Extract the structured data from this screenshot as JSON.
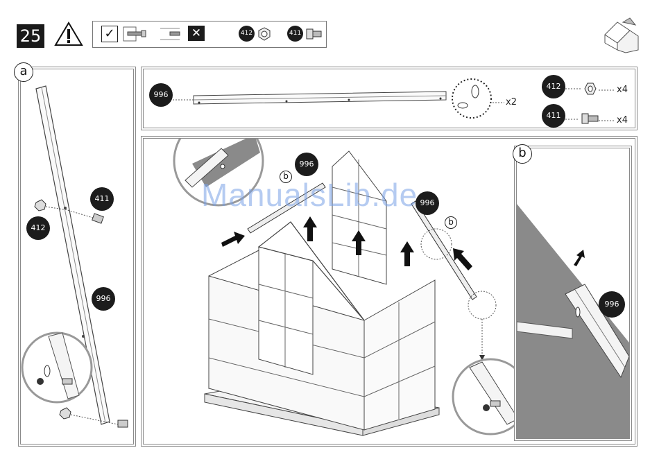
{
  "step": "25",
  "legend": {
    "check_mark": "✓",
    "cross_mark": "✕",
    "part_412": "412",
    "part_411": "411"
  },
  "panel_a": {
    "letter": "a",
    "part_411": "411",
    "part_412": "412",
    "part_996": "996"
  },
  "parts_panel": {
    "part_996": "996",
    "qty_996": "x2",
    "part_412": "412",
    "qty_412": "x4",
    "part_411": "411",
    "qty_411": "x4"
  },
  "main": {
    "part_996": "996",
    "part_996_right": "996",
    "callout_b": "b",
    "callout_b2": "b"
  },
  "panel_b": {
    "letter": "b",
    "part_996": "996"
  },
  "watermark": "ManualsLib.de"
}
